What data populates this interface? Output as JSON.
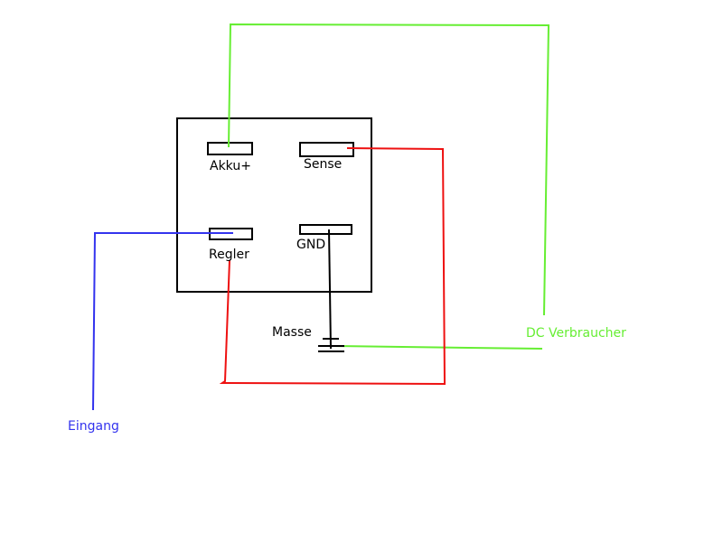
{
  "labels": {
    "akku": "Akku+",
    "sense": "Sense",
    "regler": "Regler",
    "gnd": "GND",
    "masse": "Masse",
    "dc_verbraucher": "DC Verbraucher",
    "eingang": "Eingang"
  },
  "colors": {
    "background": "#ffffff",
    "outline": "#000000",
    "wire_green": "#66ee33",
    "wire_red": "#ee1111",
    "wire_blue": "#3333ee",
    "label_black": "#000000",
    "label_green": "#66ee33",
    "label_blue": "#3333ee"
  }
}
